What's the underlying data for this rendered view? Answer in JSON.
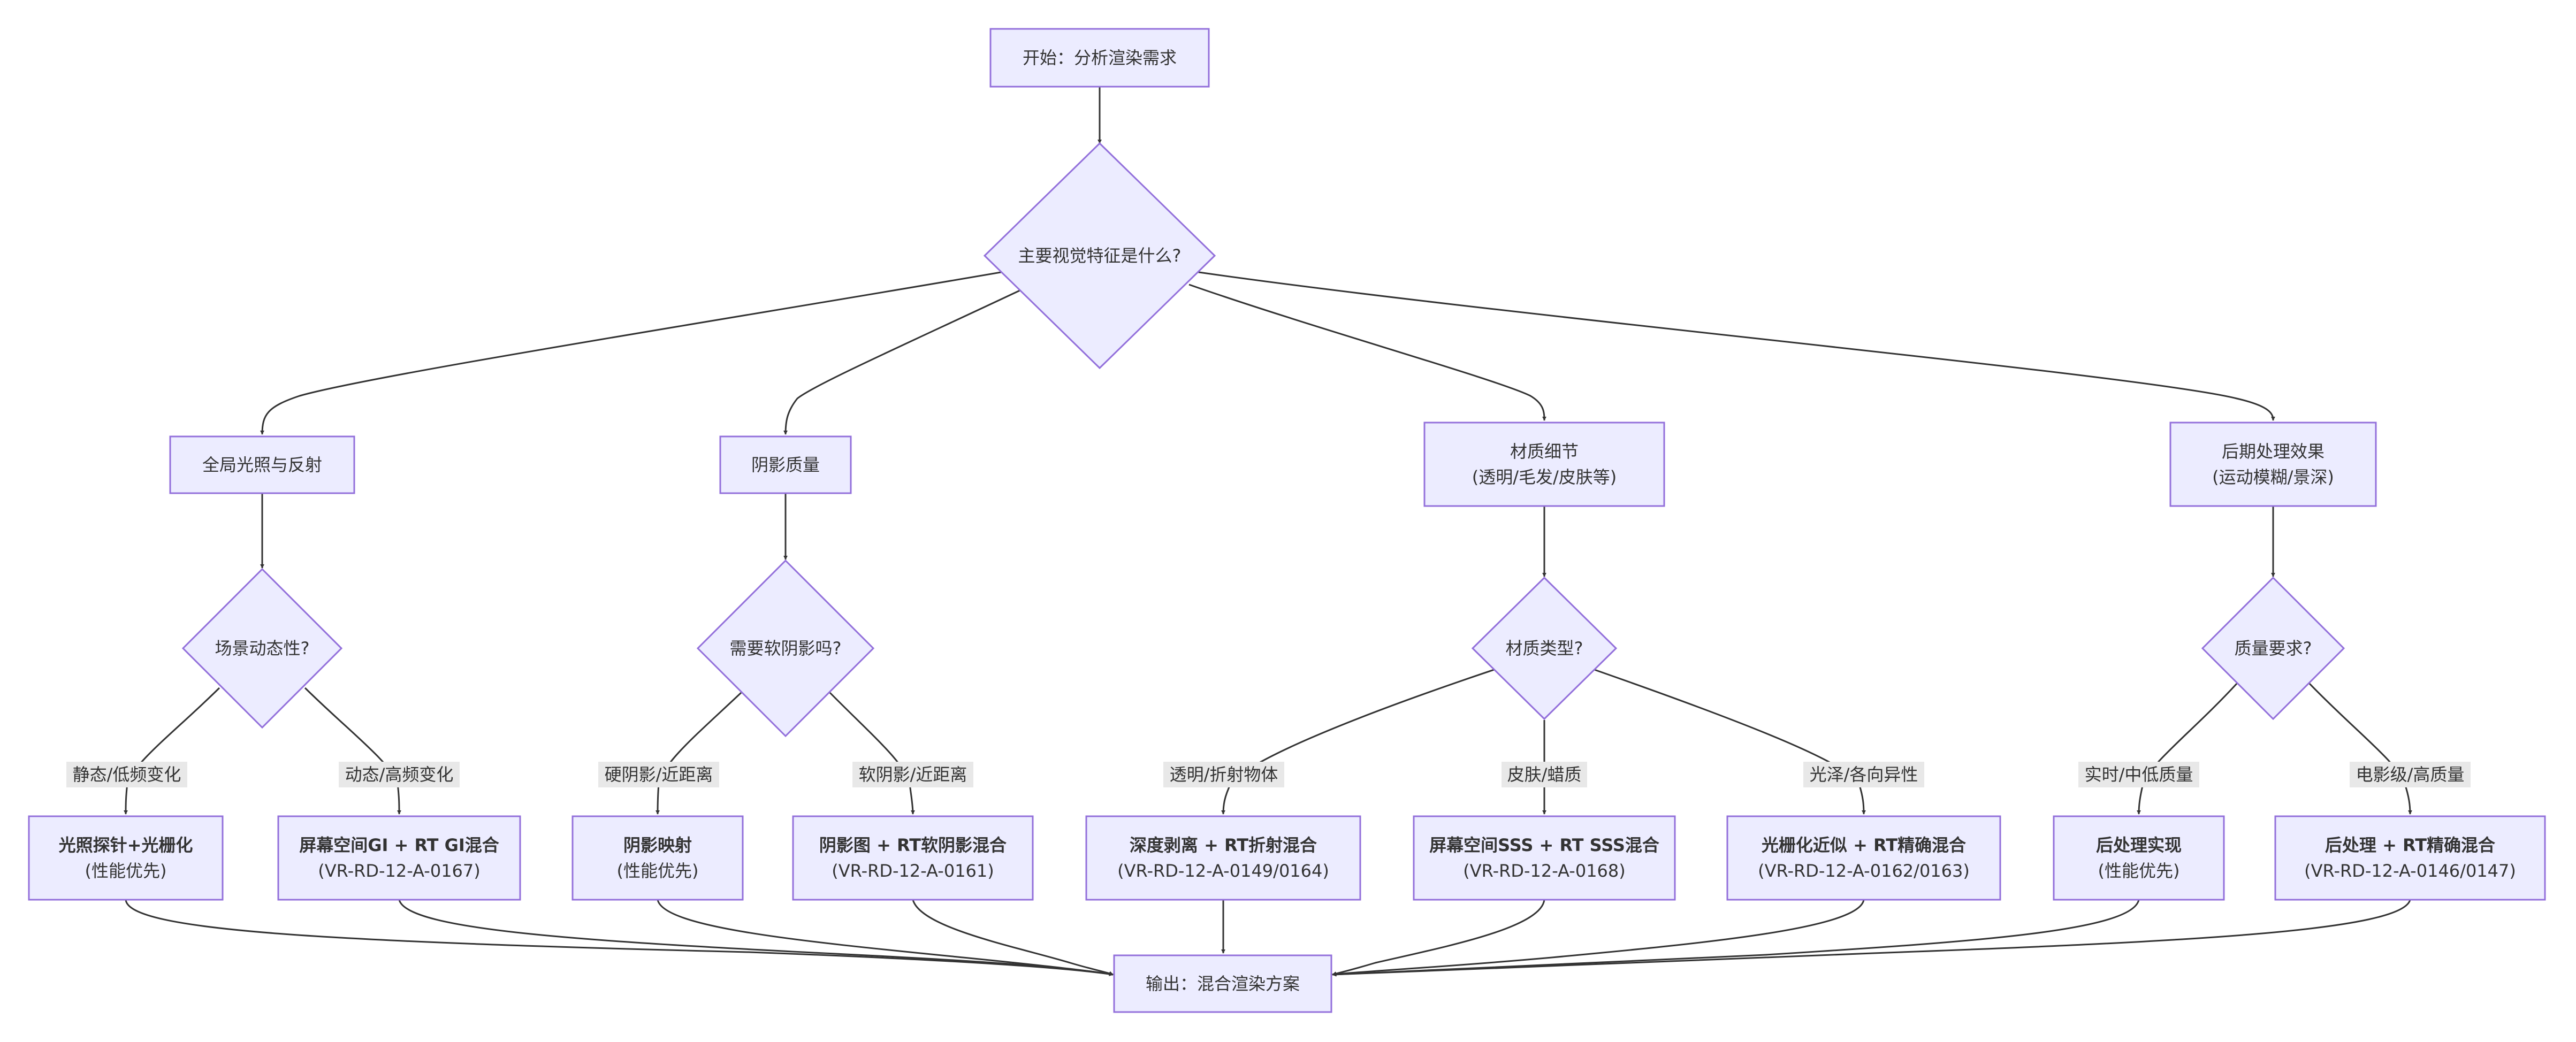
{
  "nodes": {
    "start": "开始：分析渲染需求",
    "main_decision": "主要视觉特征是什么?",
    "gi": "全局光照与反射",
    "shadow": "阴影质量",
    "material": {
      "line1": "材质细节",
      "line2": "(透明/毛发/皮肤等)"
    },
    "post": {
      "line1": "后期处理效果",
      "line2": "(运动模糊/景深)"
    },
    "scene_dynamic": "场景动态性?",
    "soft_shadow": "需要软阴影吗?",
    "material_type": "材质类型?",
    "quality_req": "质量要求?",
    "probe": {
      "line1": "光照探针+光栅化",
      "line2": "(性能优先)"
    },
    "ssgi": {
      "line1": "屏幕空间GI + RT GI混合",
      "line2": "(VR-RD-12-A-0167)"
    },
    "shadow_map": {
      "line1": "阴影映射",
      "line2": "(性能优先)"
    },
    "rt_soft": {
      "line1": "阴影图 + RT软阴影混合",
      "line2": "(VR-RD-12-A-0161)"
    },
    "depth_peel": {
      "line1": "深度剥离 + RT折射混合",
      "line2": "(VR-RD-12-A-0149/0164)"
    },
    "sss": {
      "line1": "屏幕空间SSS + RT SSS混合",
      "line2": "(VR-RD-12-A-0168)"
    },
    "raster_approx": {
      "line1": "光栅化近似 + RT精确混合",
      "line2": "(VR-RD-12-A-0162/0163)"
    },
    "post_impl": {
      "line1": "后处理实现",
      "line2": "(性能优先)"
    },
    "post_rt": {
      "line1": "后处理 + RT精确混合",
      "line2": "(VR-RD-12-A-0146/0147)"
    },
    "output": "输出：混合渲染方案"
  },
  "edge_labels": {
    "static": "静态/低频变化",
    "dynamic": "动态/高频变化",
    "hard": "硬阴影/近距离",
    "soft": "软阴影/近距离",
    "transparent": "透明/折射物体",
    "skin": "皮肤/蜡质",
    "gloss": "光泽/各向异性",
    "realtime": "实时/中低质量",
    "cinema": "电影级/高质量"
  }
}
